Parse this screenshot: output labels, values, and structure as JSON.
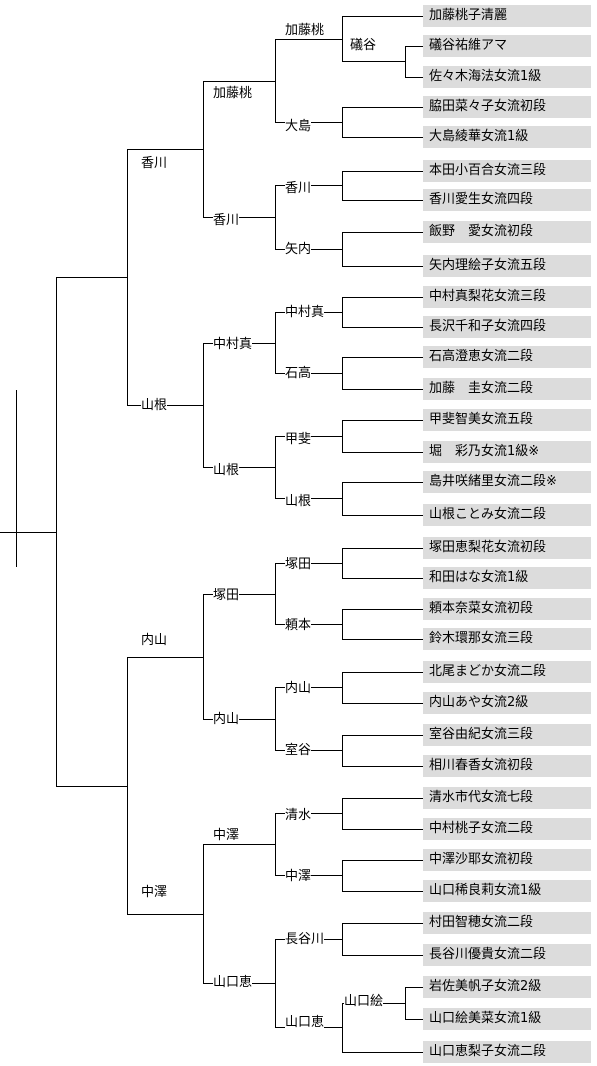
{
  "players": [
    "加藤桃子清麗",
    "礒谷祐維アマ",
    "佐々木海法女流1級",
    "脇田菜々子女流初段",
    "大島綾華女流1級",
    "本田小百合女流三段",
    "香川愛生女流四段",
    "飯野　愛女流初段",
    "矢内理絵子女流五段",
    "中村真梨花女流三段",
    "長沢千和子女流四段",
    "石高澄恵女流二段",
    "加藤　圭女流二段",
    "甲斐智美女流五段",
    "堀　彩乃女流1級※",
    "島井咲緒里女流二段※",
    "山根ことみ女流二段",
    "塚田恵梨花女流初段",
    "和田はな女流1級",
    "頼本奈菜女流初段",
    "鈴木環那女流三段",
    "北尾まどか女流二段",
    "内山あや女流2級",
    "室谷由紀女流三段",
    "相川春香女流初段",
    "清水市代女流七段",
    "中村桃子女流二段",
    "中澤沙耶女流初段",
    "山口稀良莉女流1級",
    "村田智穂女流二段",
    "長谷川優貴女流二段",
    "岩佐美帆子女流2級",
    "山口絵美菜女流1級",
    "山口恵梨子女流二段"
  ],
  "round0": {
    "m1": "礒谷",
    "m2": "山口絵"
  },
  "round1": [
    "加藤桃",
    "大島",
    "香川",
    "矢内",
    "中村真",
    "石高",
    "甲斐",
    "山根",
    "塚田",
    "頼本",
    "内山",
    "室谷",
    "清水",
    "中澤",
    "長谷川",
    "山口恵"
  ],
  "round2": [
    "加藤桃",
    "香川",
    "中村真",
    "山根",
    "塚田",
    "内山",
    "中澤",
    "山口恵"
  ],
  "round3": [
    "香川",
    "山根",
    "内山",
    "中澤"
  ]
}
